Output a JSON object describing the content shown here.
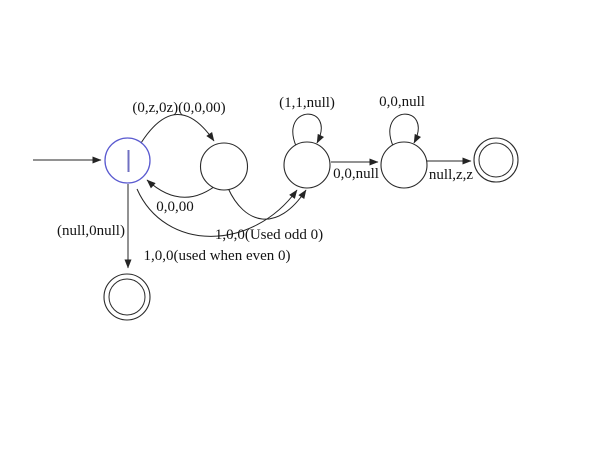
{
  "diagram": {
    "kind": "pushdown-automaton-state-diagram",
    "labels": {
      "edge_q1_q2": "(0,z,0z)(0,0,00)",
      "edge_q2_q1": "0,0,00",
      "loop_q3": "(1,1,null)",
      "loop_q4": "0,0,null",
      "edge_q3_q4": "0,0,null",
      "edge_q4_q5": "null,z,z",
      "edge_q1_q6": "(null,0null)",
      "edge_q2_q3": "1,0,0(Used odd 0)",
      "edge_q1_q3": "1,0,0(used when even 0)"
    },
    "caret_glyph": "|",
    "colors": {
      "selected_state_stroke": "#5b5bd0",
      "state_stroke": "#2b2b2b",
      "edge_stroke": "#242424",
      "label_text": "#141414",
      "caret": "#7070c2",
      "background": "#ffffff"
    }
  }
}
